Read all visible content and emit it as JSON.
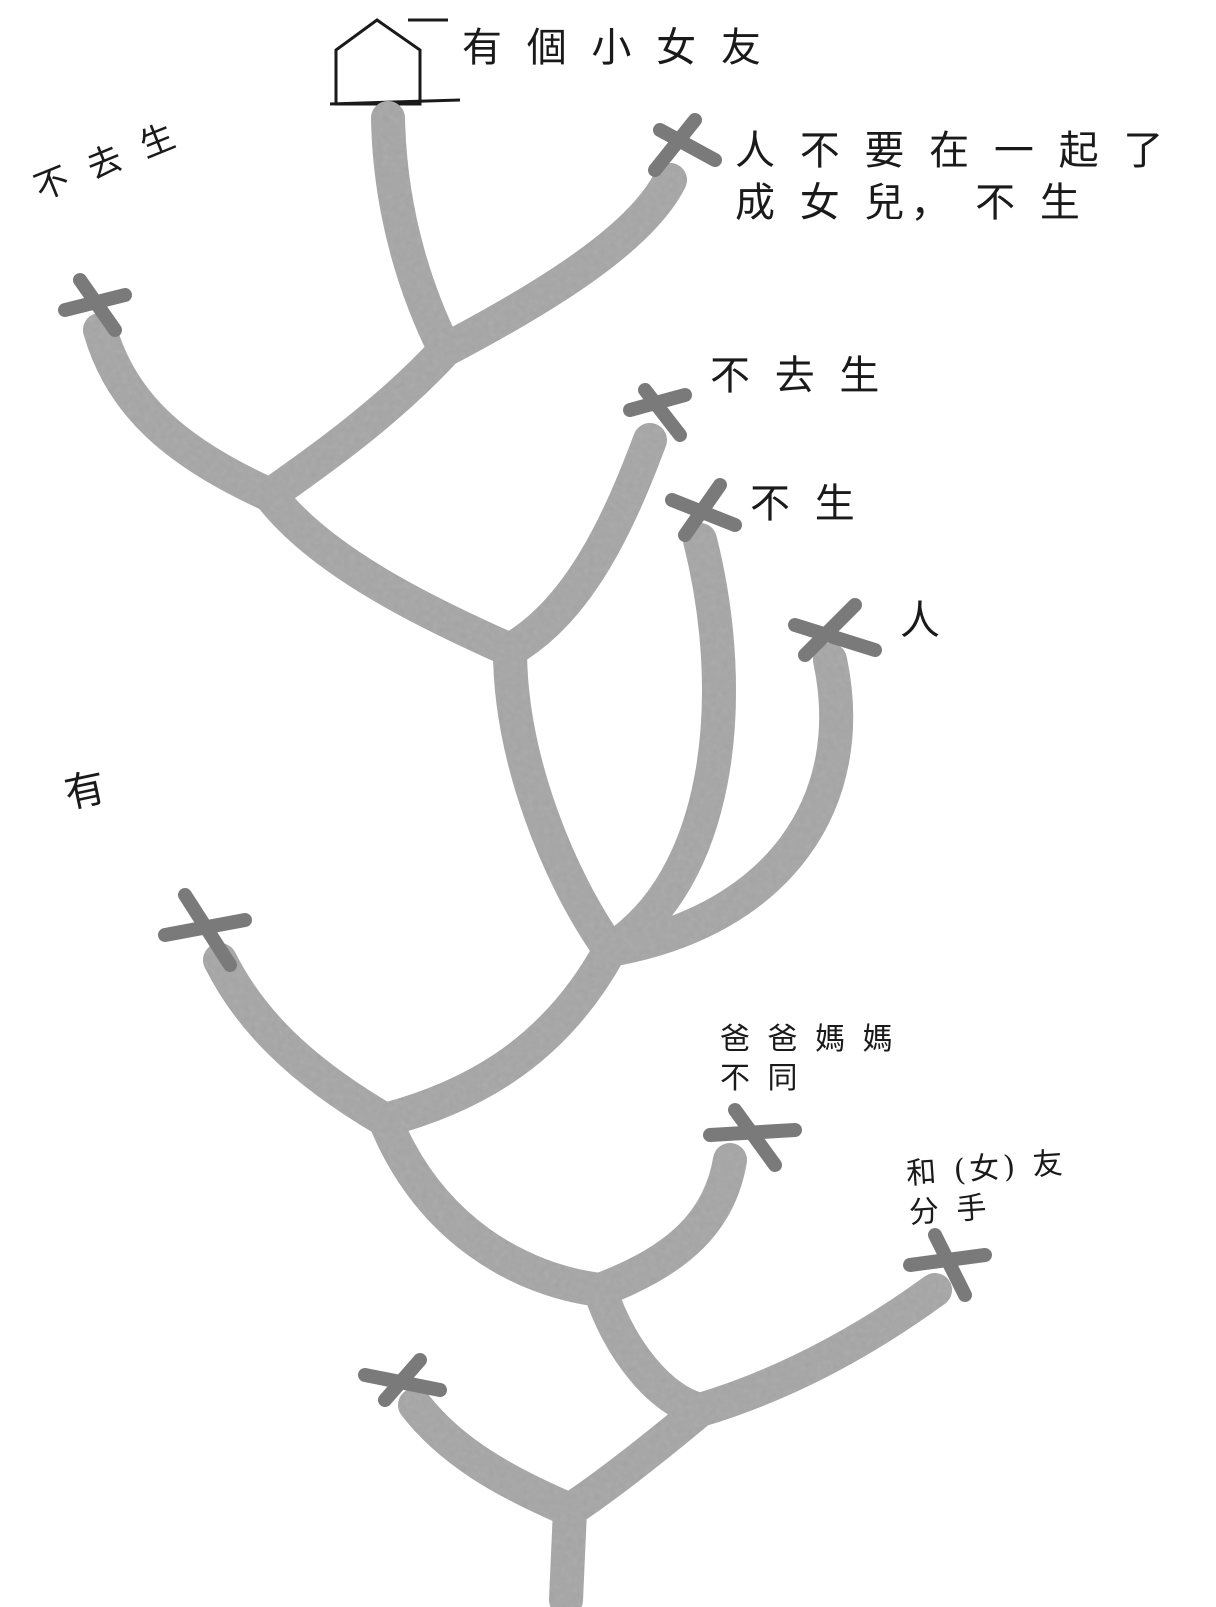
{
  "header": {
    "house_text": "",
    "title": "有 個 小 女 友"
  },
  "labels": {
    "l1": [
      "",
      "不 去 生"
    ],
    "r1": [
      "人 不 要 在 一 起 了",
      "成 女 兒， 不 生"
    ],
    "r2": [
      "不 去 生"
    ],
    "r3": [
      "不 生"
    ],
    "r4": [
      "人"
    ],
    "l2": [
      "有",
      ""
    ],
    "r5": [
      "爸 爸 媽 媽",
      "不 同 "
    ],
    "r6": [
      "和 (女) 友",
      "分 手"
    ],
    "l3": [
      "",
      ""
    ]
  },
  "colors": {
    "branch": "#a3a3a3",
    "branch_dark": "#6f6f6f",
    "ink": "#1a1a1a",
    "cross": "#7a7a7a"
  }
}
